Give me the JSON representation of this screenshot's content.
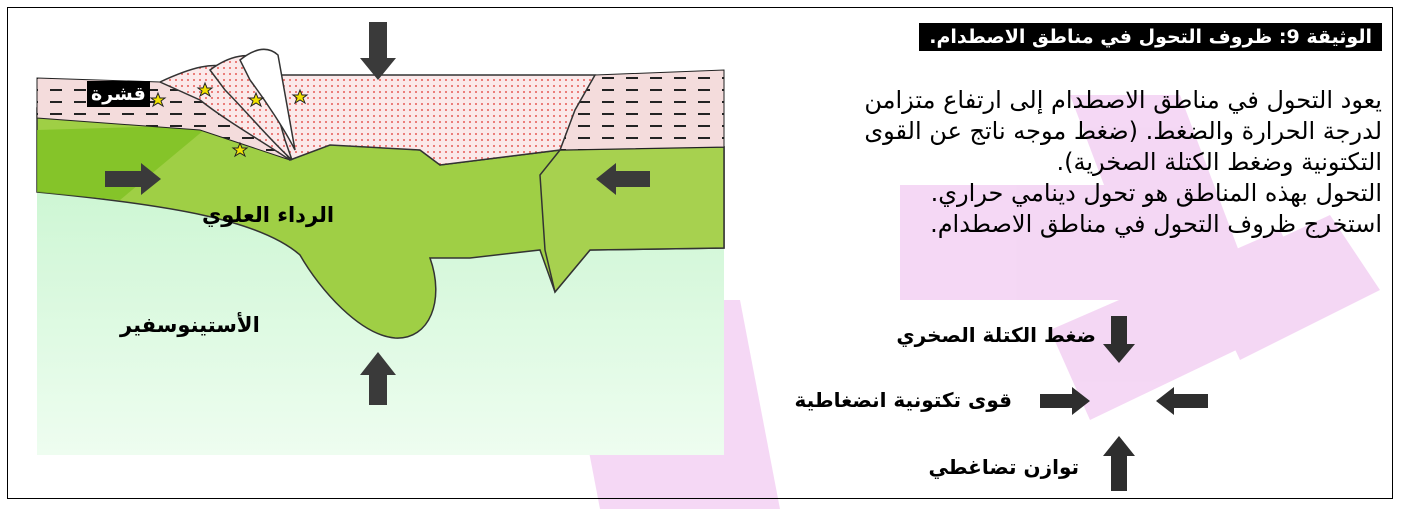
{
  "title": "الوثيقة 9: ظروف التحول في مناطق الاصطدام.",
  "paragraph_lines": [
    "يعود التحول في مناطق الاصطدام إلى ارتفاع متزامن",
    "لدرجة الحرارة والضغط. (ضغط موجه ناتج عن القوى",
    "التكتونية وضغط الكتلة الصخرية).",
    "التحول بهذه المناطق هو تحول دينامي حراري.",
    "استخرج ظروف التحول في مناطق الاصطدام."
  ],
  "diagram_labels": {
    "crust": "قشرة",
    "upper_mantle": "الرداء العلوي",
    "asthenosphere": "الأستينوسفير"
  },
  "legend": {
    "rock_mass_pressure": "ضغط الكتلة الصخري",
    "compressive_tectonic_forces": "قوى تكتونية انضغاطية",
    "isostatic_balance": "توازن تضاغطي"
  },
  "colors": {
    "asthenosphere": "#d9fbe0",
    "mantle": "#9fcf45",
    "crust": "#f4dcdc",
    "dots": "#e0302a",
    "arrow": "#3a3a3a",
    "watermark": "#cc33cc"
  }
}
